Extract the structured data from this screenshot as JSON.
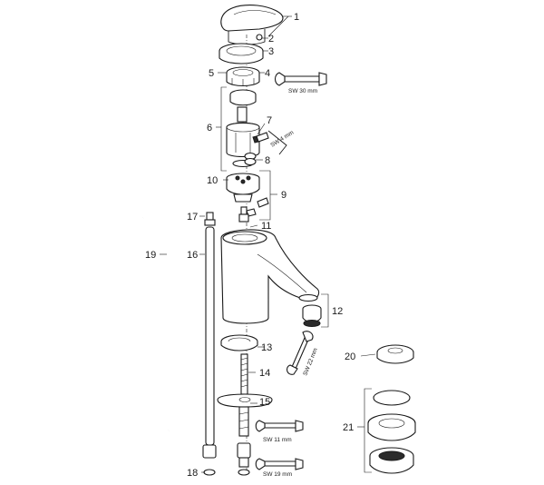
{
  "callouts": {
    "c1": "1",
    "c2": "2",
    "c3": "3",
    "c4": "4",
    "c5": "5",
    "c6": "6",
    "c7": "7",
    "c8": "8",
    "c9": "9",
    "c10": "10",
    "c11": "11",
    "c12": "12",
    "c13": "13",
    "c14": "14",
    "c15": "15",
    "c16": "16",
    "c17": "17",
    "c18": "18",
    "c19": "19",
    "c20": "20",
    "c21": "21"
  },
  "wrench_sizes": {
    "sw30": "SW 30 mm",
    "sw4": "SW 4 mm",
    "sw22": "SW 22 mm",
    "sw11": "SW 11 mm",
    "sw19": "SW 19 mm"
  }
}
